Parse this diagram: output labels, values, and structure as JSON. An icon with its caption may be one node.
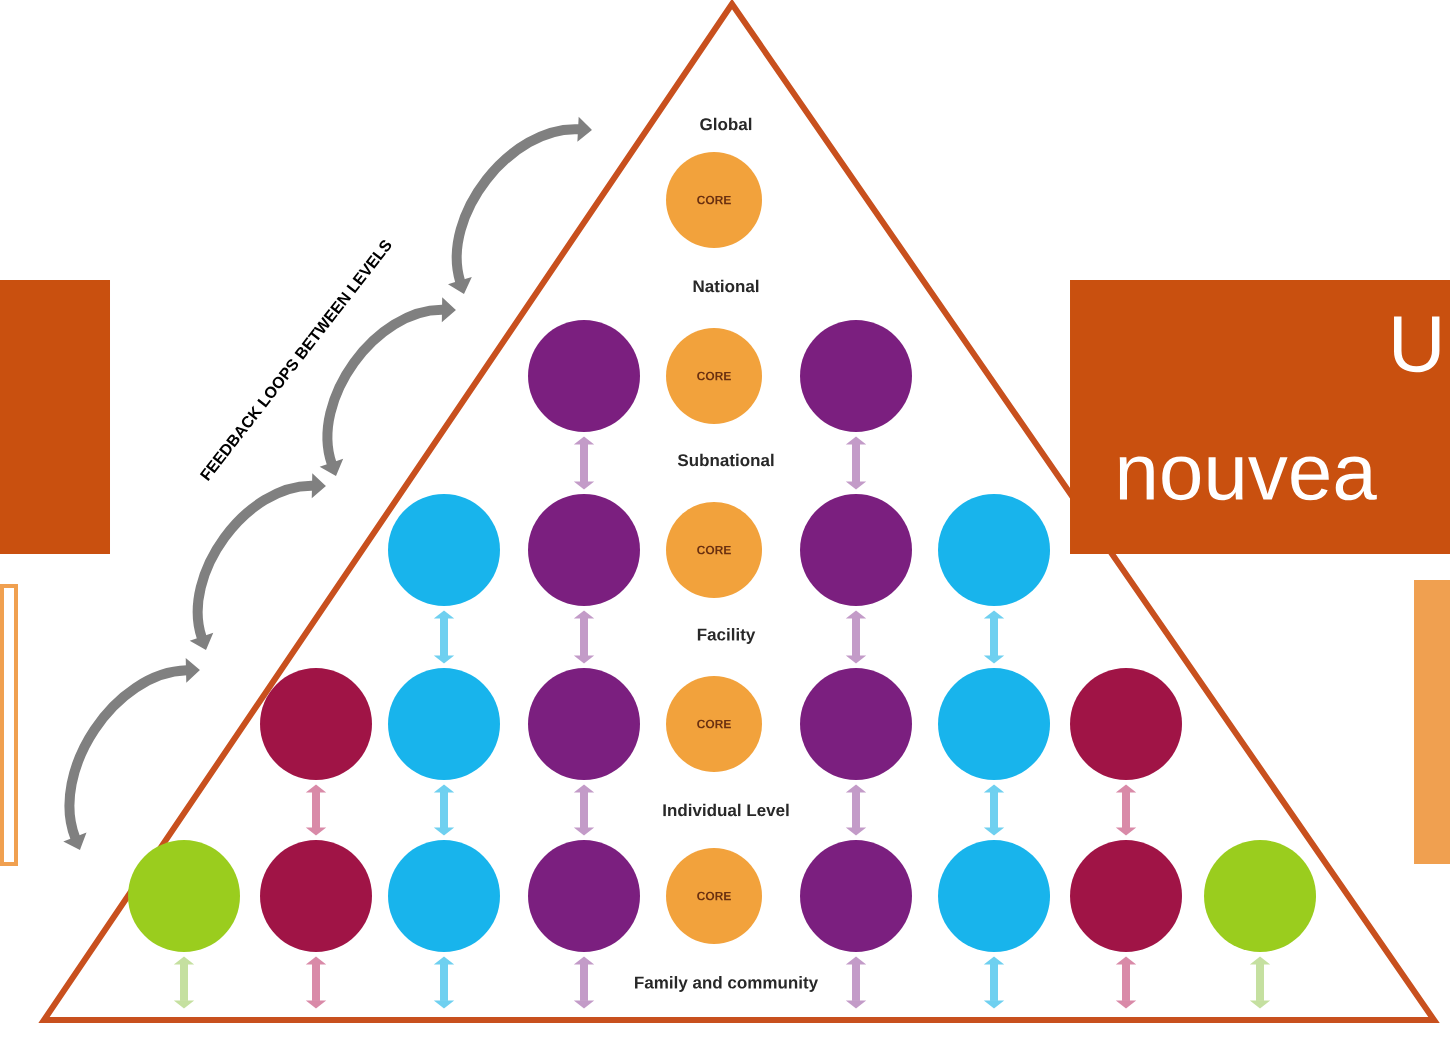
{
  "diagram": {
    "nodes": [
      {
        "text": [],
        "shape": "triangle"
      },
      {
        "text": [],
        "shape": "box"
      },
      {
        "text": [
          "U",
          "nouvea"
        ]
      },
      {
        "text": [],
        "shape": "box"
      },
      {
        "text": [],
        "shape": "box"
      },
      {
        "text": [
          "CORE"
        ],
        "in": 0
      },
      {
        "text": [],
        "shape": "circle",
        "in": 0
      },
      {
        "text": [
          "CORE"
        ],
        "in": 0
      },
      {
        "text": [],
        "shape": "circle",
        "in": 0
      },
      {
        "text": [],
        "shape": "circle",
        "in": 0
      },
      {
        "text": [],
        "shape": "circle",
        "in": 0
      },
      {
        "text": [
          "CORE"
        ],
        "in": 0
      },
      {
        "text": [],
        "shape": "circle",
        "in": 0
      },
      {
        "text": [],
        "shape": "circle",
        "in": 0
      },
      {
        "text": [],
        "shape": "circle",
        "in": 0
      },
      {
        "text": [],
        "shape": "circle",
        "in": 0
      },
      {
        "text": [],
        "shape": "circle",
        "in": 0
      },
      {
        "text": [
          "CORE"
        ],
        "in": 0
      },
      {
        "text": [],
        "shape": "circle",
        "in": 0
      },
      {
        "text": [],
        "shape": "circle",
        "in": 0
      },
      {
        "text": [],
        "shape": "circle",
        "in": 0
      },
      {
        "text": [],
        "shape": "circle",
        "in": 0
      },
      {
        "text": [],
        "shape": "circle",
        "in": 0
      },
      {
        "text": [],
        "shape": "circle",
        "in": 0
      },
      {
        "text": [],
        "shape": "circle",
        "in": 0
      },
      {
        "text": [
          "CORE"
        ],
        "in": 0
      },
      {
        "text": [],
        "shape": "circle",
        "in": 0
      },
      {
        "text": [],
        "shape": "circle",
        "in": 0
      },
      {
        "text": [],
        "shape": "circle",
        "in": 0
      },
      {
        "text": [],
        "shape": "circle",
        "in": 0
      }
    ],
    "edges": [
      {
        "from": 6,
        "to": 10,
        "arrow": "both",
        "color": "#c39bc8"
      },
      {
        "from": 8,
        "to": 12,
        "arrow": "both",
        "color": "#c39bc8"
      },
      {
        "from": 9,
        "to": 15,
        "arrow": "both",
        "color": "#6fd0f0"
      },
      {
        "from": 10,
        "to": 16,
        "arrow": "both",
        "color": "#c39bc8"
      },
      {
        "from": 12,
        "to": 18,
        "arrow": "both",
        "color": "#c39bc8"
      },
      {
        "from": 13,
        "to": 19,
        "arrow": "both",
        "color": "#6fd0f0"
      },
      {
        "from": 14,
        "to": 22,
        "arrow": "both",
        "color": "#d98aa8"
      },
      {
        "from": 15,
        "to": 23,
        "arrow": "both",
        "color": "#6fd0f0"
      },
      {
        "from": 16,
        "to": 24,
        "arrow": "both",
        "color": "#c39bc8"
      },
      {
        "from": 18,
        "to": 26,
        "arrow": "both",
        "color": "#c39bc8"
      },
      {
        "from": 19,
        "to": 27,
        "arrow": "both",
        "color": "#6fd0f0"
      },
      {
        "from": 20,
        "to": 28,
        "arrow": "both",
        "color": "#d98aa8"
      },
      {
        "from": 21,
        "to": null,
        "arrow": "both",
        "color": "#c5e0a0"
      },
      {
        "from": 22,
        "to": null,
        "arrow": "both",
        "color": "#d98aa8"
      },
      {
        "from": 23,
        "to": null,
        "arrow": "both",
        "color": "#6fd0f0"
      },
      {
        "from": 24,
        "to": null,
        "arrow": "both",
        "color": "#c39bc8"
      },
      {
        "from": 26,
        "to": null,
        "arrow": "both",
        "color": "#c39bc8"
      },
      {
        "from": 27,
        "to": null,
        "arrow": "both",
        "color": "#6fd0f0"
      },
      {
        "from": 28,
        "to": null,
        "arrow": "both",
        "color": "#d98aa8"
      },
      {
        "from": 29,
        "to": null,
        "arrow": "both",
        "color": "#c5e0a0"
      }
    ],
    "labels": [
      "FEEDBACK LOOPS BETWEEN LEVELS",
      "Global",
      "National",
      "Subnational",
      "Facility",
      "Individual Level",
      "Family and community"
    ]
  }
}
